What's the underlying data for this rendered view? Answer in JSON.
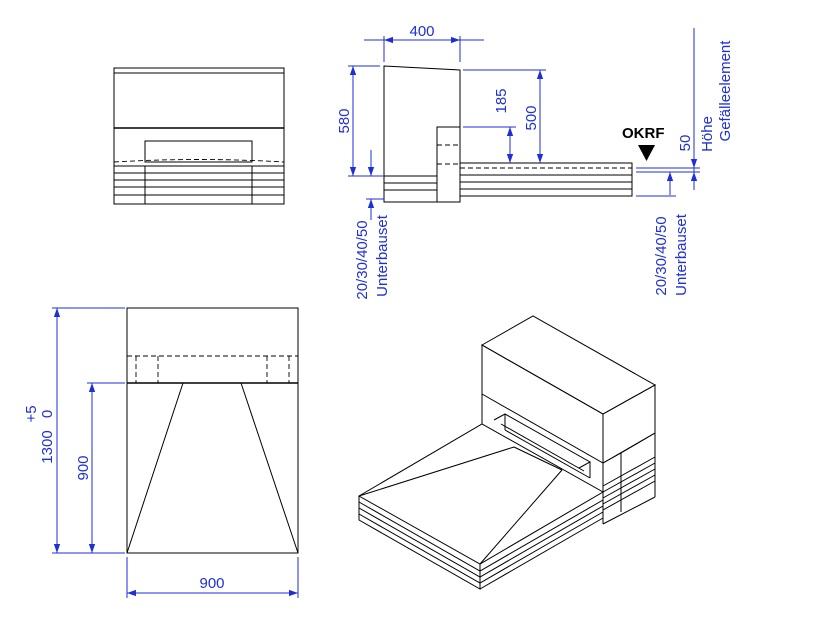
{
  "colors": {
    "dimension": "#1e2fd6",
    "drawing": "#000000",
    "background": "#ffffff"
  },
  "labels": {
    "dim_400": "400",
    "dim_580": "580",
    "dim_185": "185",
    "dim_500": "500",
    "okrf": "OKRF",
    "dim_50": "50",
    "hoehe": "Höhe",
    "gefaelleelement": "Gefälleelement",
    "unterbau_range": "20/30/40/50",
    "unterbau_label": "Unterbauset",
    "tol_plus": "+5",
    "tol_zero": "0",
    "dim_1300": "1300",
    "dim_900_v": "900",
    "dim_900_h": "900"
  }
}
